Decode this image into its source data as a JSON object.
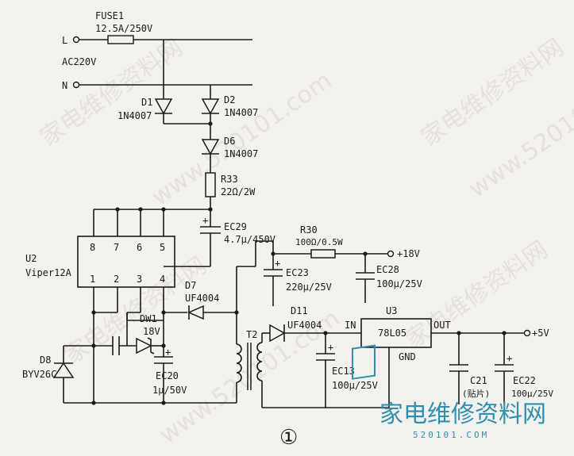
{
  "components": {
    "fuse1": {
      "ref": "FUSE1",
      "value": "12.5A/250V"
    },
    "d1": {
      "ref": "D1",
      "value": "1N4007"
    },
    "d2": {
      "ref": "D2",
      "value": "1N4007"
    },
    "d6": {
      "ref": "D6",
      "value": "1N4007"
    },
    "r33": {
      "ref": "R33",
      "value": "22Ω/2W"
    },
    "ec29": {
      "ref": "EC29",
      "value": "4.7μ/450V"
    },
    "u2": {
      "ref": "U2",
      "part": "Viper12A",
      "pins": [
        "8",
        "7",
        "6",
        "5",
        "1",
        "2",
        "3",
        "4"
      ]
    },
    "r30": {
      "ref": "R30",
      "value": "100Ω/0.5W"
    },
    "ec23": {
      "ref": "EC23",
      "value": "220μ/25V"
    },
    "ec28": {
      "ref": "EC28",
      "value": "100μ/25V"
    },
    "d7": {
      "ref": "D7",
      "value": "UF4004"
    },
    "dw1": {
      "ref": "DW1",
      "value": "18V"
    },
    "d11": {
      "ref": "D11",
      "value": "UF4004"
    },
    "t2": {
      "ref": "T2"
    },
    "u3": {
      "ref": "U3",
      "part": "78L05",
      "in": "IN",
      "out": "OUT",
      "gnd": "GND"
    },
    "d8": {
      "ref": "D8",
      "value": "BYV26C"
    },
    "ec20": {
      "ref": "EC20",
      "value": "1μ/50V"
    },
    "ec13": {
      "ref": "EC13",
      "value": "100μ/25V"
    },
    "c21": {
      "ref": "C21",
      "value": "(贴片)"
    },
    "ec22": {
      "ref": "EC22",
      "value": "100μ/25V"
    }
  },
  "nets": {
    "l": "L",
    "n": "N",
    "ac": "AC220V",
    "v18": "+18V",
    "v5": "+5V"
  },
  "figure_number": "①",
  "watermarks": [
    "家电维修资料网",
    "www.520101.com"
  ],
  "logo": {
    "text": "家电维修资料网",
    "url": "520101.COM"
  },
  "colors": {
    "ink": "#1a1a1a",
    "paper": "#f4f2ee",
    "logo": "#2f8fb0"
  }
}
